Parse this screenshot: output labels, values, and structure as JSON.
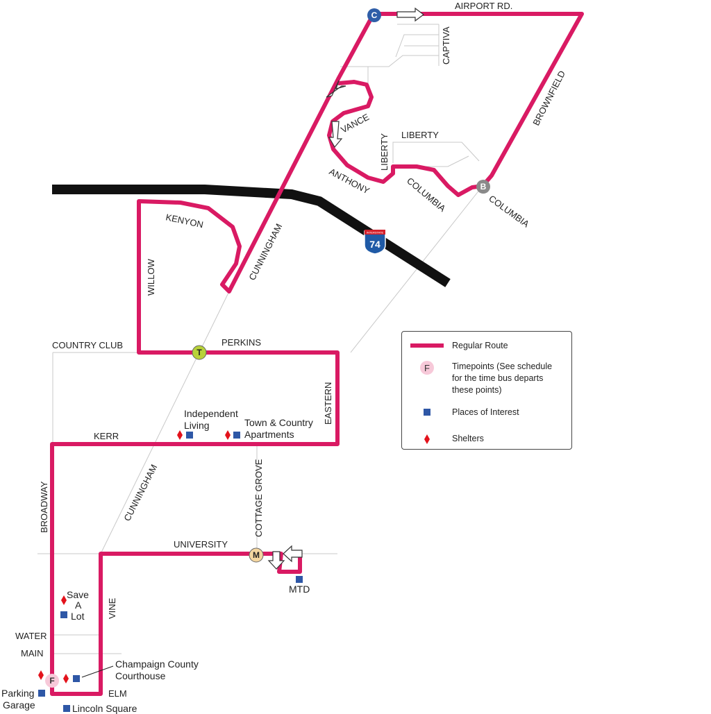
{
  "colors": {
    "route": "#d91a63",
    "street": "#c8c8c8",
    "interstate": "#111111",
    "poi": "#2e57a6",
    "shelter": "#e3121b",
    "timepoint_c": "#2f5ea8",
    "timepoint_b": "#8a8a8a",
    "timepoint_t": "#b8d23a",
    "timepoint_m": "#f4d6a0",
    "timepoint_f": "#f7c9d9"
  },
  "streets": {
    "airport": "AIRPORT RD.",
    "captiva": "CAPTIVA",
    "brownfield": "BROWNFIELD",
    "vance": "VANCE",
    "liberty_h": "LIBERTY",
    "liberty_v": "LIBERTY",
    "anthony": "ANTHONY",
    "columbia_1": "COLUMBIA",
    "columbia_2": "COLUMBIA",
    "kenyon": "KENYON",
    "cunningham_n": "CUNNINGHAM",
    "willow": "WILLOW",
    "country_club": "COUNTRY CLUB",
    "perkins": "PERKINS",
    "eastern": "EASTERN",
    "kerr": "KERR",
    "cunningham_s": "CUNNINGHAM",
    "cottage_grove": "COTTAGE GROVE",
    "broadway": "BROADWAY",
    "university": "UNIVERSITY",
    "vine": "VINE",
    "water": "WATER",
    "main": "MAIN",
    "elm": "ELM"
  },
  "interstate_shield": {
    "top": "INTERSTATE",
    "number": "74"
  },
  "timepoints": {
    "c": "C",
    "b": "B",
    "t": "T",
    "m": "M",
    "f": "F"
  },
  "places": {
    "independent_1": "Independent",
    "independent_2": "Living",
    "town_1": "Town & Country",
    "town_2": "Apartments",
    "mtd": "MTD",
    "save_1": "Save",
    "save_2": "A",
    "save_3": "Lot",
    "courthouse_1": "Champaign County",
    "courthouse_2": "Courthouse",
    "parking_1": "Parking",
    "parking_2": "Garage",
    "lincoln": "Lincoln Square"
  },
  "legend": {
    "regular_route": "Regular Route",
    "timepoint_letter": "F",
    "timepoints": "Timepoints (See schedule for the time bus departs these points)",
    "places": "Places of Interest",
    "shelters": "Shelters"
  }
}
